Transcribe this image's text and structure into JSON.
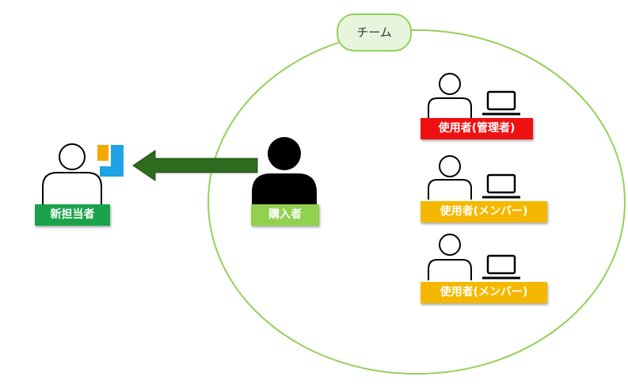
{
  "team": {
    "label": "チーム"
  },
  "new_owner": {
    "label": "新担当者"
  },
  "purchaser": {
    "label": "購入者"
  },
  "users": [
    {
      "label": "使用者(管理者)",
      "color": "#ee1111"
    },
    {
      "label": "使用者(メンバー)",
      "color": "#f5b800"
    },
    {
      "label": "使用者(メンバー)",
      "color": "#f5b800"
    }
  ],
  "colors": {
    "circle": "#93d15a",
    "arrow": "#2e6b1e",
    "new_owner_label": "#1aa34a",
    "purchaser_label": "#92d050",
    "person_fill": "#000000",
    "document_blue": "#1fa3e6",
    "document_yellow": "#f5a800"
  },
  "icons": [
    "person-outline-icon",
    "person-solid-icon",
    "laptop-icon",
    "document-icon",
    "left-arrow-icon"
  ]
}
